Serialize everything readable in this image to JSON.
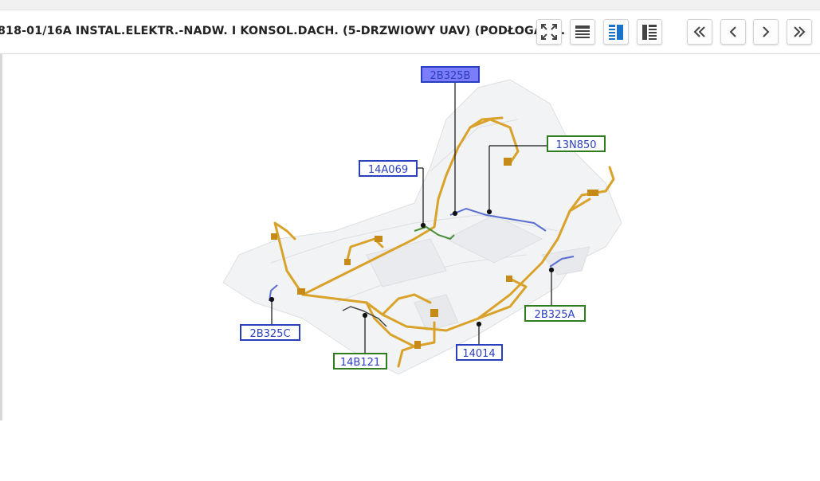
{
  "document": {
    "title": "818-01/16A INSTAL.ELEKTR.-NADW. I KONSOL.DACH. (5-DRZWIOWY UAV) (PODŁOGA) ..."
  },
  "toolbar": {
    "icons": [
      "fullscreen-icon",
      "list-view-icon",
      "split-view-icon",
      "text-view-icon",
      "first-page-icon",
      "prev-page-icon",
      "next-page-icon",
      "last-page-icon"
    ],
    "active": "split-view-icon"
  },
  "diagram": {
    "labels": [
      "2B325B",
      "13N850",
      "14A069",
      "2B325C",
      "14B121",
      "14014",
      "2B325A"
    ]
  },
  "colors": {
    "harness": "#d9a22a",
    "blue_label": "#2a3fbf",
    "green_label": "#2f7d1f",
    "highlight_fill": "#7b7dfb",
    "active_icon": "#1a73c8"
  }
}
